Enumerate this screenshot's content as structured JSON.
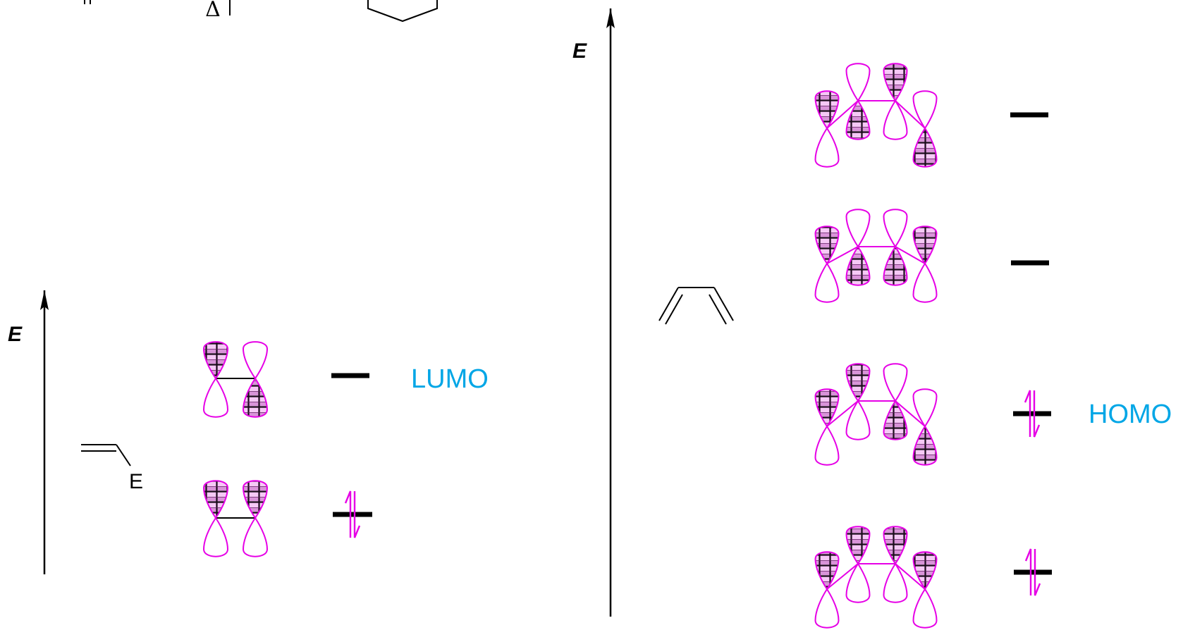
{
  "axis_labels": {
    "left": "E",
    "right": "E"
  },
  "substituent": "E",
  "delta": "Δ",
  "mo_labels": {
    "dienophile": "LUMO",
    "diene": "HOMO"
  },
  "colors": {
    "lobe": "#e600e6",
    "label": "#00a6e6",
    "ink": "#000000"
  }
}
